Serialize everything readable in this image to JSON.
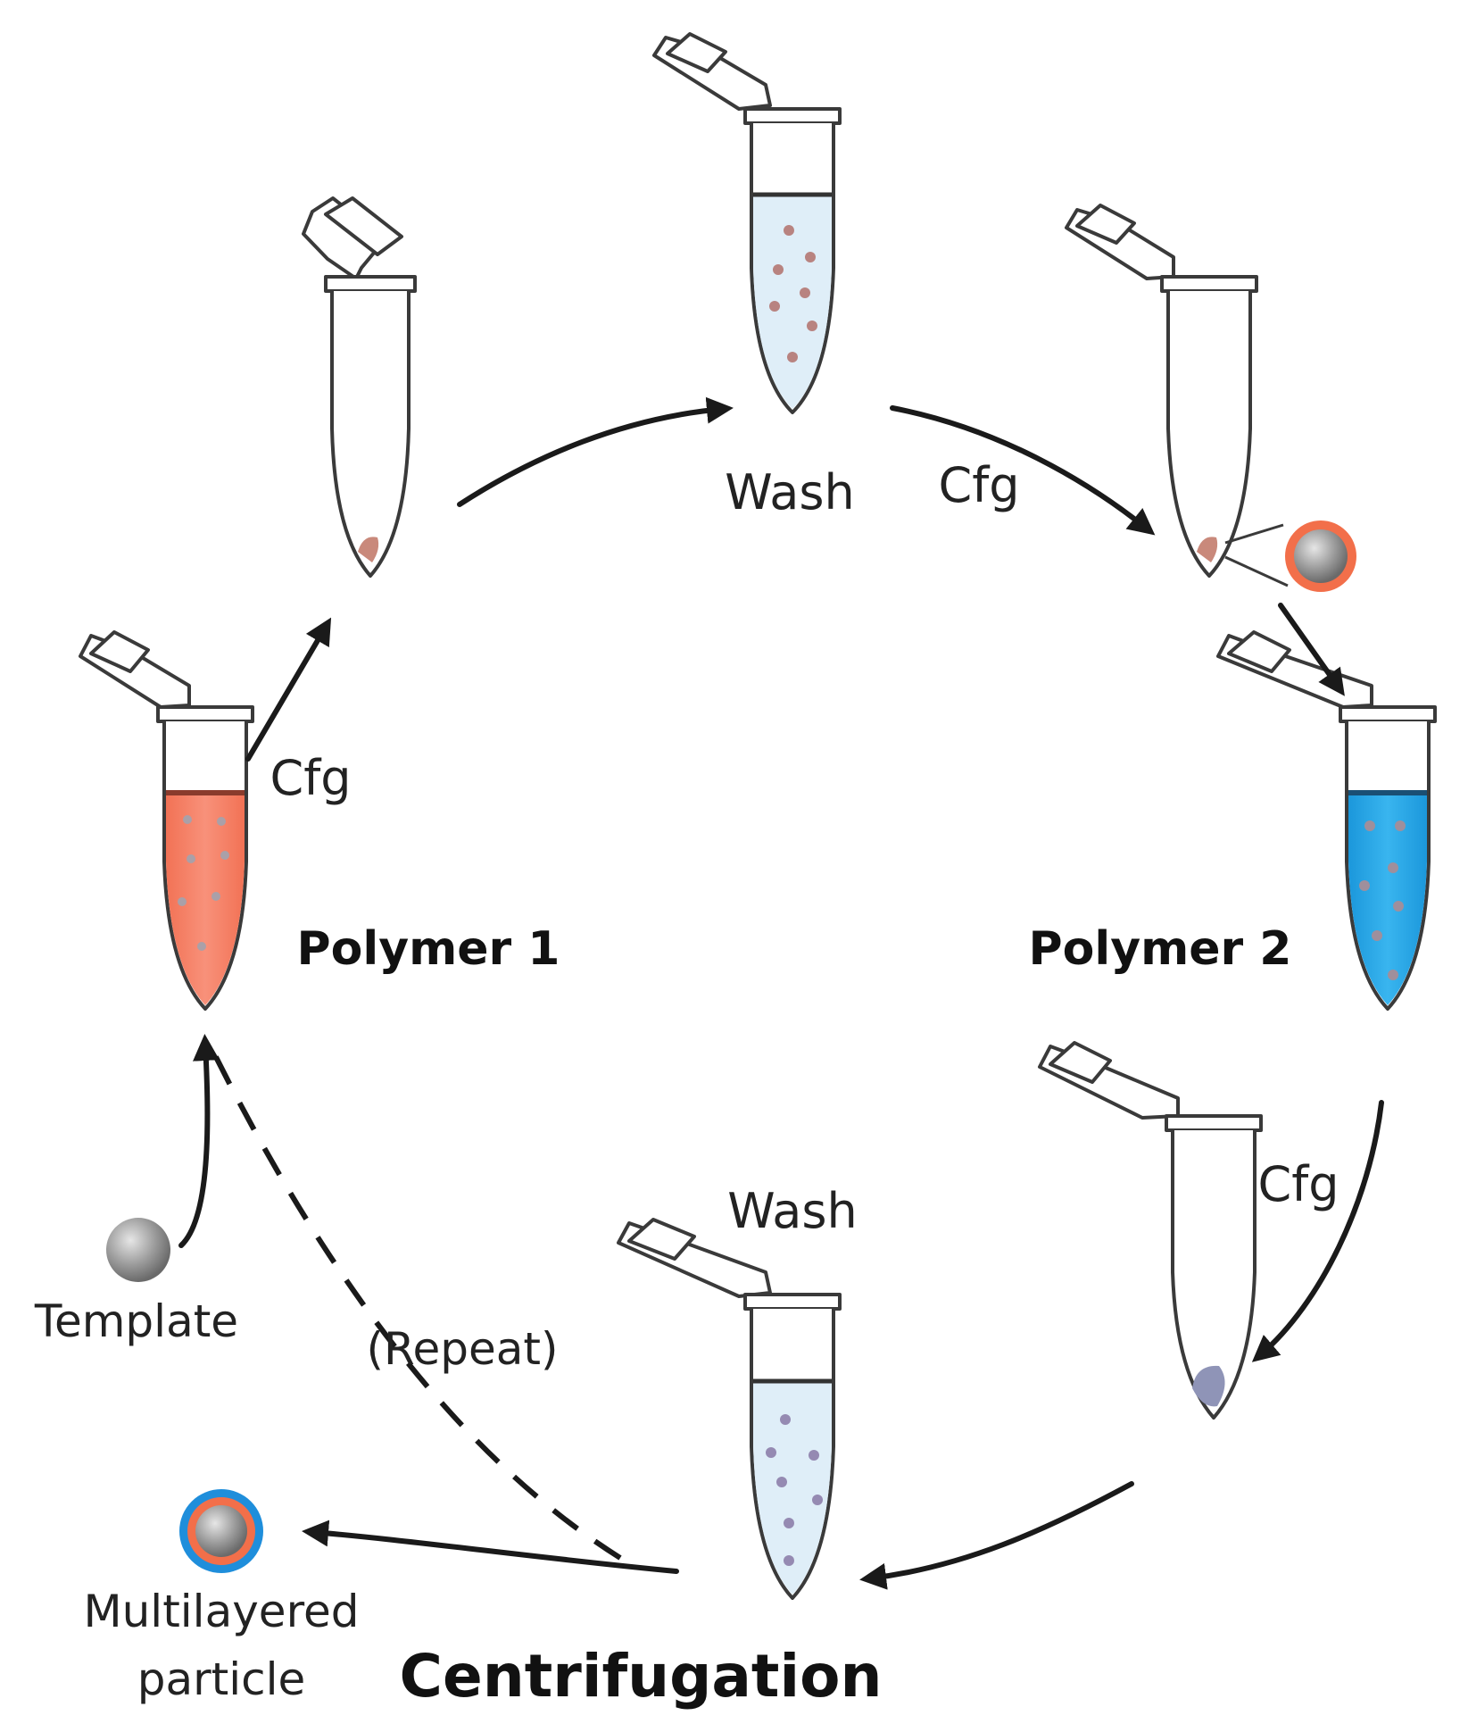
{
  "labels": {
    "wash_top": "Wash",
    "cfg_top": "Cfg",
    "cfg_left": "Cfg",
    "cfg_right": "Cfg",
    "wash_bottom": "Wash",
    "polymer_1": "Polymer 1",
    "polymer_2": "Polymer 2",
    "template": "Template",
    "repeat": "(Repeat)",
    "multilayered_line1": "Multilayered",
    "multilayered_line2": "particle",
    "centrifugation": "Centrifugation"
  },
  "colors": {
    "polymer_1": "#f58a6e",
    "polymer_2": "#29a9e8",
    "wash_liquid": "#dfeef8",
    "template_particle": "#8f8f8f",
    "outline": "#3a3a3a",
    "arrow": "#1a1a1a"
  }
}
